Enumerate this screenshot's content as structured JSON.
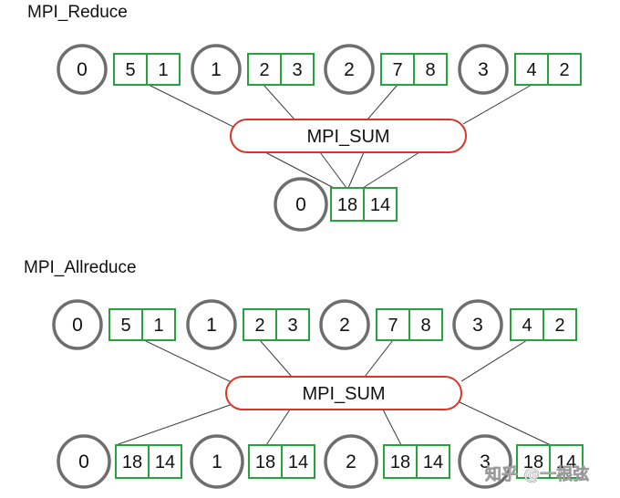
{
  "colors": {
    "rank_stroke": "#6e6e6e",
    "buffer_stroke": "#26a33d",
    "op_stroke": "#d9352b",
    "connector": "#3a3a3a",
    "text": "#111111"
  },
  "reduce": {
    "title": "MPI_Reduce",
    "op_label": "MPI_SUM",
    "inputs": [
      {
        "rank": "0",
        "values": [
          "5",
          "1"
        ]
      },
      {
        "rank": "1",
        "values": [
          "2",
          "3"
        ]
      },
      {
        "rank": "2",
        "values": [
          "7",
          "8"
        ]
      },
      {
        "rank": "3",
        "values": [
          "4",
          "2"
        ]
      }
    ],
    "outputs": [
      {
        "rank": "0",
        "values": [
          "18",
          "14"
        ]
      }
    ]
  },
  "allreduce": {
    "title": "MPI_Allreduce",
    "op_label": "MPI_SUM",
    "inputs": [
      {
        "rank": "0",
        "values": [
          "5",
          "1"
        ]
      },
      {
        "rank": "1",
        "values": [
          "2",
          "3"
        ]
      },
      {
        "rank": "2",
        "values": [
          "7",
          "8"
        ]
      },
      {
        "rank": "3",
        "values": [
          "4",
          "2"
        ]
      }
    ],
    "outputs": [
      {
        "rank": "0",
        "values": [
          "18",
          "14"
        ]
      },
      {
        "rank": "1",
        "values": [
          "18",
          "14"
        ]
      },
      {
        "rank": "2",
        "values": [
          "18",
          "14"
        ]
      },
      {
        "rank": "3",
        "values": [
          "18",
          "14"
        ]
      }
    ]
  },
  "watermark": "知乎 @一根弦"
}
